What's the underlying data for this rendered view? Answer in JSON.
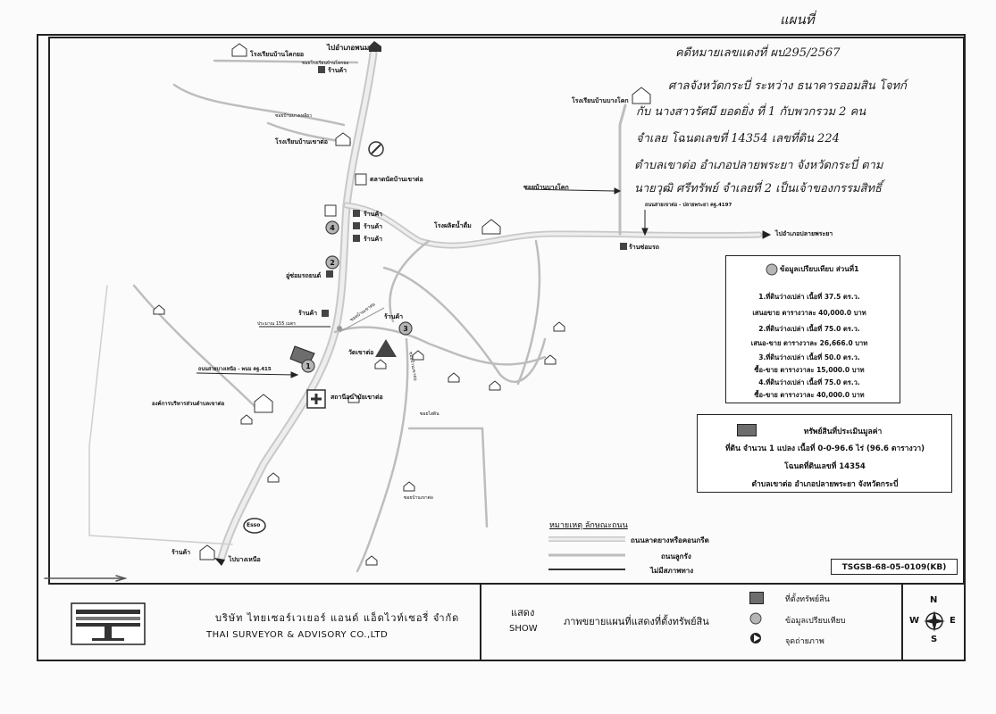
{
  "handwritten": {
    "header_word": "แผนที่",
    "line1": "คดีหมายเลขแดงที่ ผบ295/2567",
    "line2": "ศาลจังหวัดกระบี่ ระหว่าง ธนาคารออมสิน โจทก์",
    "line3": "กับ นางสาวรัศมี ยอดยิ่ง ที่ 1 กับพวกรวม 2 คน",
    "line4": "จำเลย โฉนดเลขที่ 14354 เลขที่ดิน 224",
    "line5": "ตำบลเขาต่อ อำเภอปลายพระยา จังหวัดกระบี่ ตาม",
    "line6": "นายวุฒิ ศรีทรัพย์ จำเลยที่ 2 เป็นเจ้าของกรรมสิทธิ์"
  },
  "places": {
    "to_phanom": "ไปอำเภอพนม",
    "school_ban_khok": "โรงเรียนบ้านโคกยอ",
    "school_small_label": "ซอยโรงเรียนบ้านโคกยอ",
    "shop_top": "ร้านค้า",
    "soi_top": "ซอยบ้านบางเหลียว",
    "school_khao_to": "โรงเรียนบ้านเขาต่อ",
    "market": "ตลาดนัดบ้านเขาต่อ",
    "shop_1": "ร้านค้า",
    "shop_2": "ร้านค้า",
    "shop_3": "ร้านค้า",
    "garage": "อู่ซ่อมรถยนต์",
    "shop_4": "ร้านค้า",
    "shop_5": "ร้านค้า",
    "distance": "ประมาณ 155 เมตร",
    "wat": "วัดเขาต่อ",
    "road_sai_nua": "ถนนสายบางเหนือ - พนม คฐ.415",
    "admin_office": "องค์การบริหารส่วนตำบลเขาต่อ",
    "health": "สถานีอนามัยเขาต่อ",
    "esso": "Esso",
    "shop_bottom": "ร้านค้า",
    "to_bang_nua": "ไปบางเหนือ",
    "school_bang_khok": "โรงเรียนบ้านบางโคก",
    "soi_bang_khok": "ซอยบ้านบางโคก",
    "factory": "โรงผลิตน้ำดื่ม",
    "road_khao_to": "ถนนสายเขาต่อ - ปลายพระยา คฐ.4197",
    "repair_shop": "ร้านซ่อมรถ",
    "to_plai_phraya": "ไปอำเภอปลายพระยา",
    "soi_small_1": "ซอยบ้านเขาต่อ",
    "soi_small_2": "ซอยบ้านเขาต่อ",
    "soi_small_3": "ซอยไสดิน",
    "road_small_4": "ซอยบ้านเขาต่อ"
  },
  "markers": [
    "1",
    "2",
    "3",
    "4"
  ],
  "comparison": {
    "title": "ข้อมูลเปรียบเทียบ ส่วนที่1",
    "lines": [
      "1.ที่ดินว่างเปล่า เนื้อที่ 37.5 ตร.ว.",
      "เสนอขาย ตารางวาละ 40,000.0 บาท",
      "2.ที่ดินว่างเปล่า เนื้อที่ 75.0 ตร.ว.",
      "เสนอ-ขาย ตารางวาละ 26,666.0 บาท",
      "3.ที่ดินว่างเปล่า เนื้อที่ 50.0 ตร.ว.",
      "ซื้อ-ขาย ตารางวาละ 15,000.0 บาท",
      "4.ที่ดินว่างเปล่า เนื้อที่ 75.0 ตร.ว.",
      "ซื้อ-ขาย ตารางวาละ 40,000.0 บาท"
    ]
  },
  "asset": {
    "title": "ทรัพย์สินที่ประเมินมูลค่า",
    "line1": "ที่ดิน จำนวน 1 แปลง เนื้อที่ 0-0-96.6 ไร่ (96.6 ตารางวา)",
    "line2": "โฉนดที่ดินเลขที่ 14354",
    "line3": "ตำบลเขาต่อ อำเภอปลายพระยา จังหวัดกระบี่"
  },
  "legend": {
    "title": "หมายเหตุ ลักษณะถนน",
    "items": [
      "ถนนลาดยางหรือคอนกรีต",
      "ถนนลูกรัง",
      "ไม่มีสภาพทาง"
    ]
  },
  "code": "TSGSB-68-05-0109(KB)",
  "footer": {
    "company_th": "บริษัท ไทยเซอร์เวเยอร์ แอนด์ แอ็ดไวท์เซอรี่ จำกัด",
    "company_en": "THAI SURVEYOR & ADVISORY CO.,LTD",
    "show_th": "แสดง",
    "show_en": "SHOW",
    "show_desc": "ภาพขยายแผนที่แสดงที่ตั้งทรัพย์สิน",
    "legend_asset": "ที่ตั้งทรัพย์สิน",
    "legend_compare": "ข้อมูลเปรียบเทียบ",
    "legend_photo": "จุดถ่ายภาพ"
  },
  "compass": {
    "n": "N",
    "s": "S",
    "e": "E",
    "w": "W"
  }
}
